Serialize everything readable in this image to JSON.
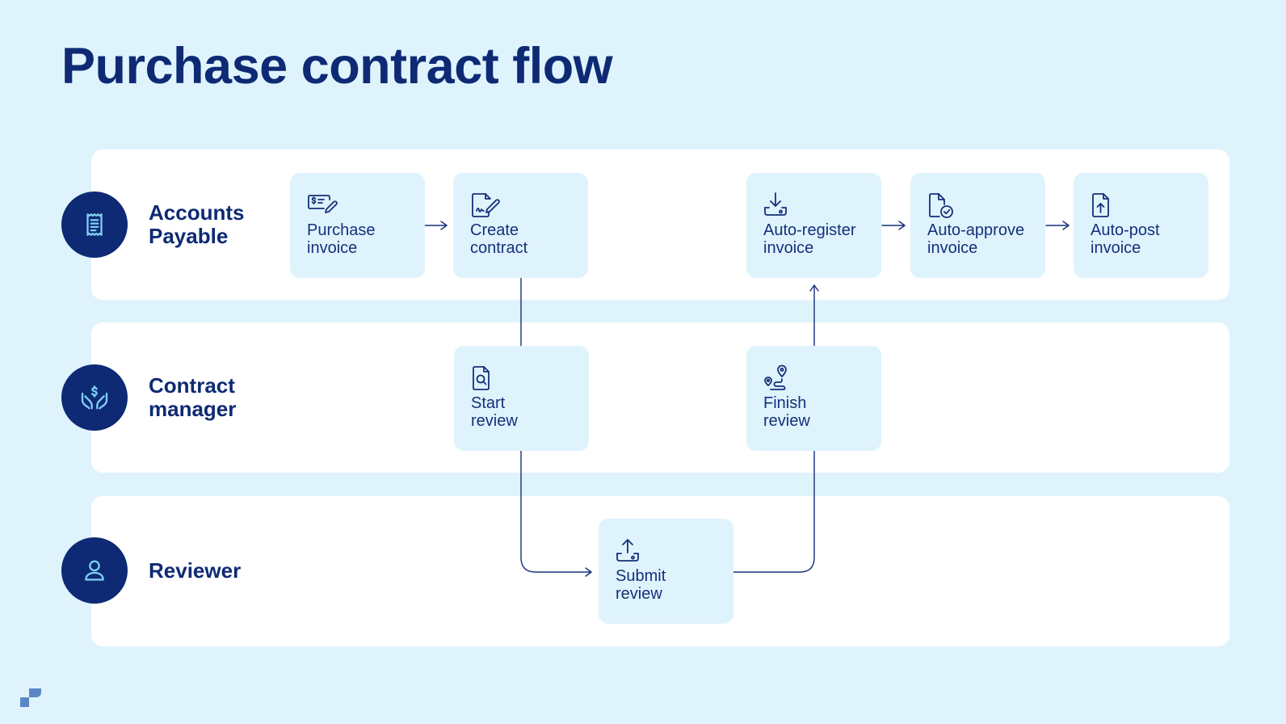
{
  "title": "Purchase contract flow",
  "lanes": [
    {
      "label": "Accounts\nPayable",
      "icon": "receipt-icon"
    },
    {
      "label": "Contract\nmanager",
      "icon": "hands-dollar-icon"
    },
    {
      "label": "Reviewer",
      "icon": "user-icon"
    }
  ],
  "steps": [
    {
      "label": "Purchase\ninvoice",
      "icon": "check-pen-icon"
    },
    {
      "label": "Create\ncontract",
      "icon": "document-sign-icon"
    },
    {
      "label": "Auto-register\ninvoice",
      "icon": "download-tray-icon"
    },
    {
      "label": "Auto-approve\ninvoice",
      "icon": "document-check-icon"
    },
    {
      "label": "Auto-post\ninvoice",
      "icon": "document-upload-icon"
    },
    {
      "label": "Start\nreview",
      "icon": "document-search-icon"
    },
    {
      "label": "Finish\nreview",
      "icon": "route-pin-icon"
    },
    {
      "label": "Submit\nreview",
      "icon": "upload-tray-icon"
    }
  ],
  "colors": {
    "background": "#dff3fd",
    "lane": "#ffffff",
    "primary": "#0e2a74",
    "icon_accent": "#7fd0f5",
    "card": "#dff3fd"
  }
}
